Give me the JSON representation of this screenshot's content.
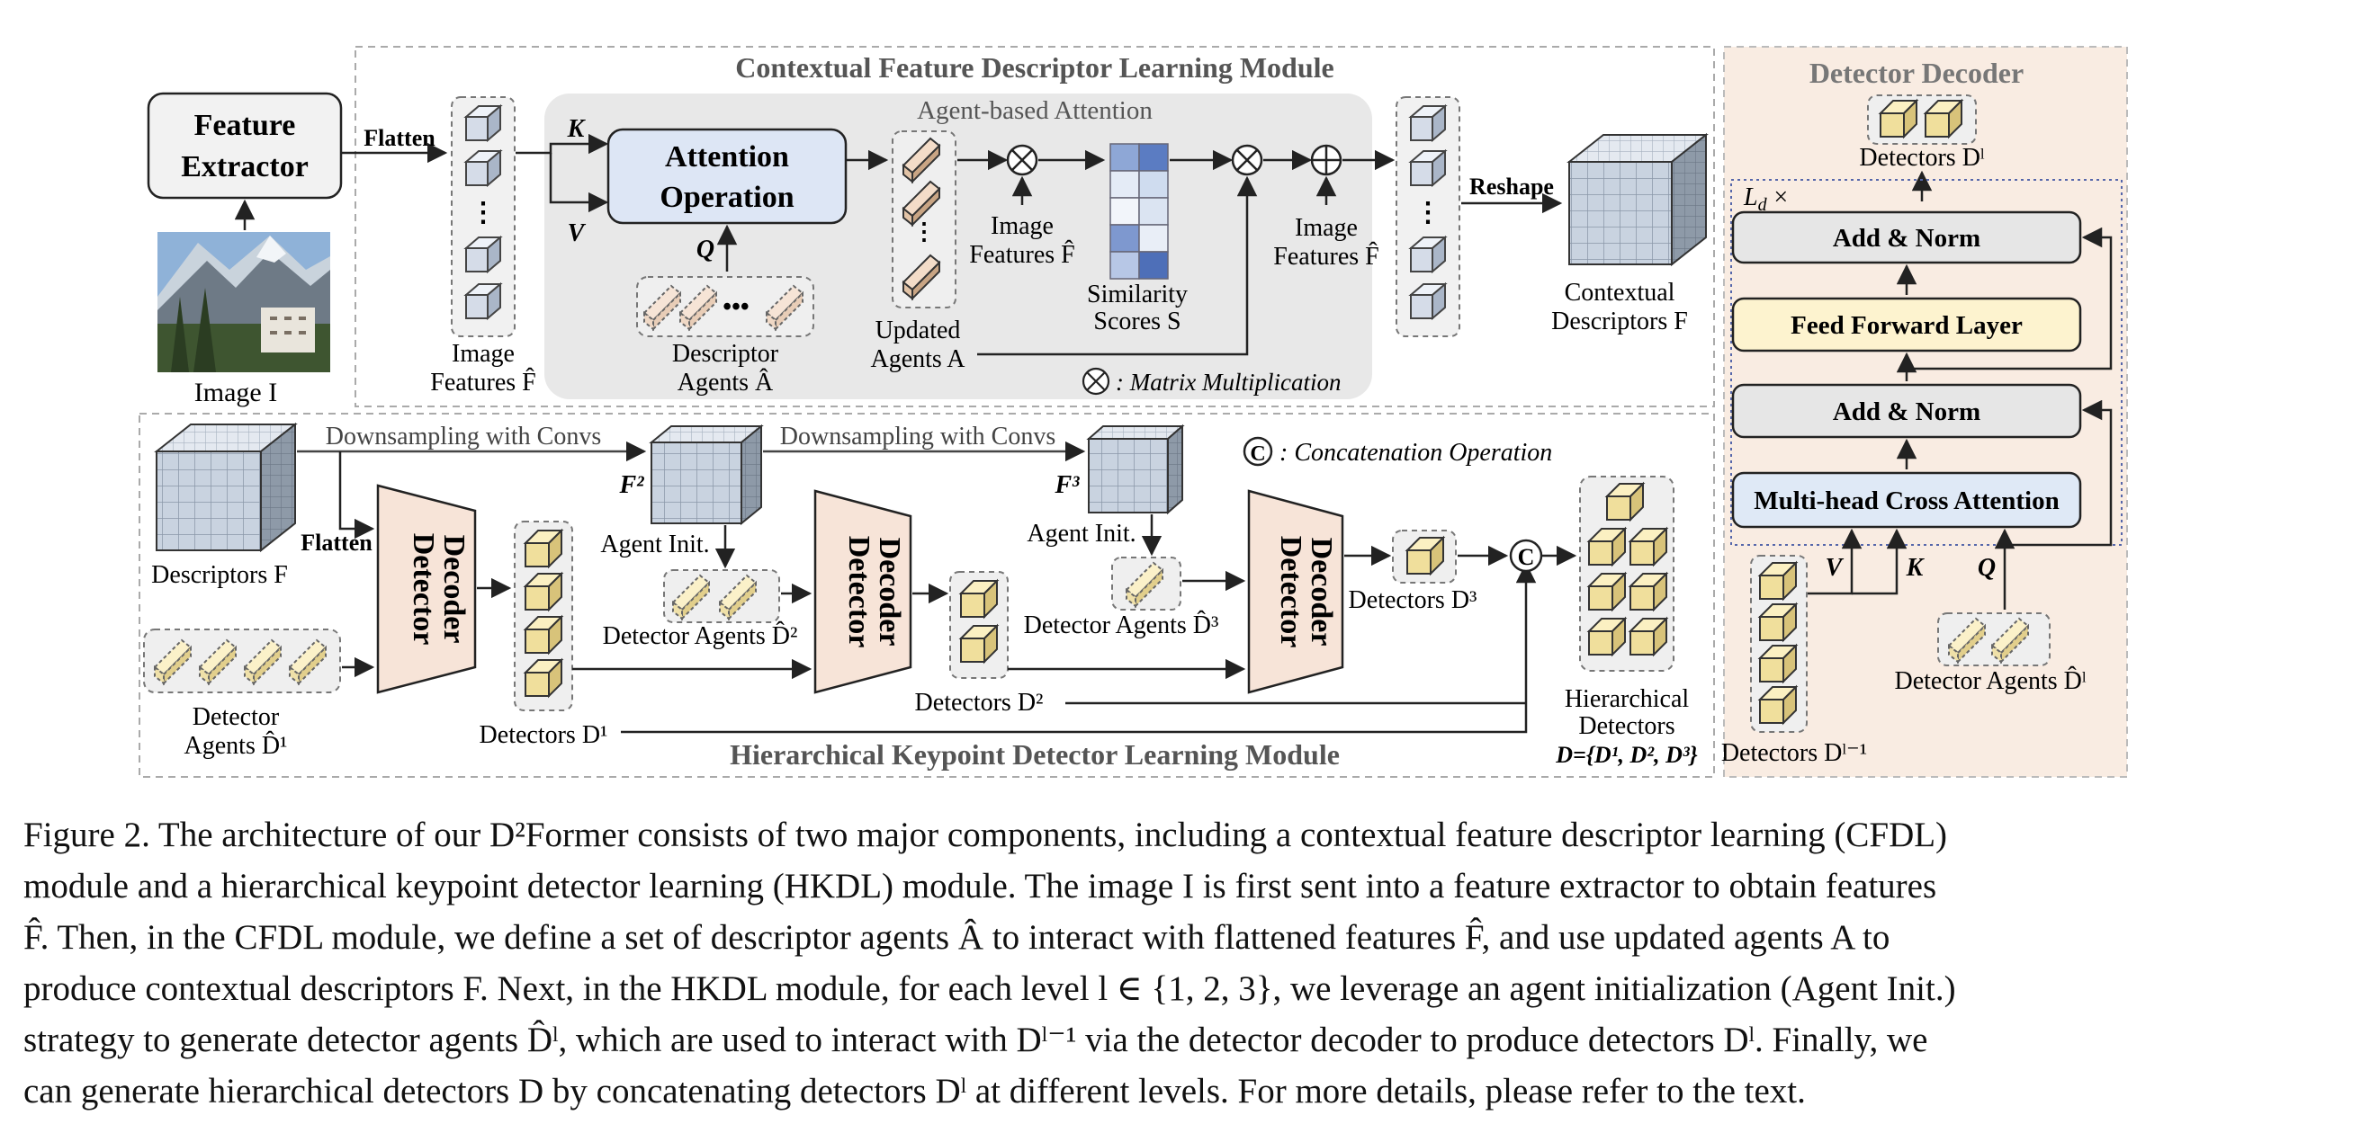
{
  "cfdl": {
    "title": "Contextual Feature Descriptor Learning Module",
    "feature_extractor": [
      "Feature",
      "Extractor"
    ],
    "image_label": "Image I",
    "flatten": "Flatten",
    "image_features": [
      "Image",
      "Features F̂"
    ],
    "agent_attention_title": "Agent-based Attention",
    "K": "K",
    "V": "V",
    "Q": "Q",
    "attention_op": [
      "Attention",
      "Operation"
    ],
    "descriptor_agents": [
      "Descriptor",
      "Agents Â"
    ],
    "updated_agents": [
      "Updated",
      "Agents A"
    ],
    "image_features_2": [
      "Image",
      "Features F̂"
    ],
    "similarity": [
      "Similarity",
      "Scores S"
    ],
    "image_features_3": [
      "Image",
      "Features F̂"
    ],
    "matmul_legend": ": Matrix Multiplication",
    "reshape": "Reshape",
    "contextual_desc": [
      "Contextual",
      "Descriptors F"
    ]
  },
  "hkdl": {
    "title": "Hierarchical Keypoint Detector Learning Module",
    "downsampling_1": "Downsampling with Convs",
    "downsampling_2": "Downsampling with Convs",
    "concat_legend": ": Concatenation Operation",
    "descriptors_F": "Descriptors F",
    "flatten": "Flatten",
    "detector_agents_1": [
      "Detector",
      "Agents D̂¹"
    ],
    "detector_decoder": [
      "Detector",
      "Decoder"
    ],
    "detectors_1": "Detectors D¹",
    "F2": "F²",
    "agent_init_1": "Agent Init.",
    "detector_agents_2": "Detector Agents D̂²",
    "detectors_2": "Detectors D²",
    "F3": "F³",
    "agent_init_2": "Agent Init.",
    "detector_agents_3": "Detector Agents D̂³",
    "detectors_3": "Detectors D³",
    "hier_detectors": [
      "Hierarchical",
      "Detectors",
      "D={D¹, D², D³}"
    ]
  },
  "decoder_panel": {
    "title": "Detector Decoder",
    "detectors_out": "Detectors Dˡ",
    "ld": "L",
    "ld_sub": "d",
    "ld_times": "×",
    "add_norm_1": "Add & Norm",
    "ffn": "Feed Forward Layer",
    "add_norm_2": "Add & Norm",
    "mhca": "Multi-head Cross Attention",
    "V": "V",
    "K": "K",
    "Q": "Q",
    "detector_agents": "Detector Agents D̂ˡ",
    "detectors_in": "Detectors Dˡ⁻¹"
  },
  "caption": {
    "lines": [
      "Figure 2. The architecture of our D²Former consists of two major components, including a contextual feature descriptor learning (CFDL)",
      "module and a hierarchical keypoint detector learning (HKDL) module. The image I is first sent into a feature extractor to obtain features",
      "F̂. Then, in the CFDL module, we define a set of descriptor agents Â to interact with flattened features F̂, and use updated agents A to",
      "produce contextual descriptors F. Next, in the HKDL module, for each level l ∈ {1, 2, 3}, we leverage an agent initialization (Agent Init.)",
      "strategy to generate detector agents D̂ˡ, which are used to interact with Dˡ⁻¹ via the detector decoder to produce detectors Dˡ. Finally, we",
      "can generate hierarchical detectors D by concatenating detectors Dˡ at different levels. For more details, please refer to the text."
    ]
  },
  "colors": {
    "attention_fill": "#dde6f5",
    "decoder_fill": "#f7e4d8",
    "panel_fill": "#f9ece2",
    "agent_bg": "#eaeaea",
    "ffn_fill": "#fdf3cf",
    "mhca_fill": "#dfe9f6"
  }
}
